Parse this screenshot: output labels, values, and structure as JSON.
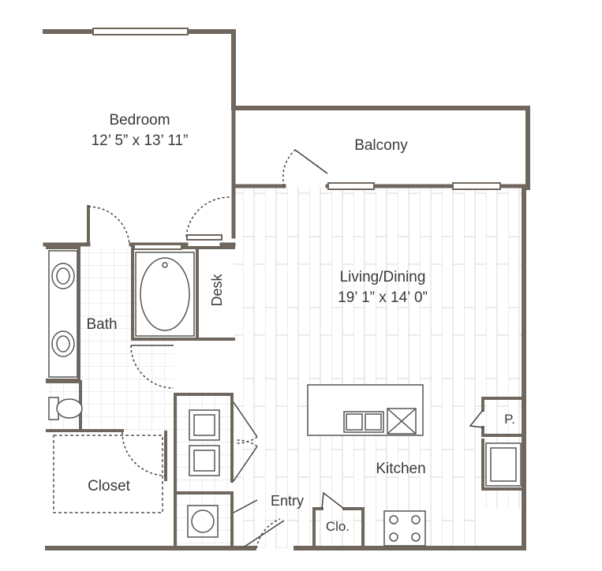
{
  "rooms": {
    "bedroom": {
      "name": "Bedroom",
      "size": "12’ 5” x 13’ 11”"
    },
    "balcony": {
      "name": "Balcony"
    },
    "living": {
      "name": "Living/Dining",
      "size": "19’ 1” x 14’ 0”"
    },
    "bath": {
      "name": "Bath"
    },
    "desk": {
      "name": "Desk"
    },
    "closet": {
      "name": "Closet"
    },
    "kitchen": {
      "name": "Kitchen"
    },
    "entry": {
      "name": "Entry"
    },
    "clo": {
      "name": "Clo."
    },
    "pantry": {
      "name": "P."
    }
  },
  "colors": {
    "wall": "#6f675e",
    "fixture": "#555555",
    "floor_line": "#d9d9d9",
    "tile_line": "#dcdcdc"
  },
  "icons": [
    "sink-icon",
    "bathtub-icon",
    "toilet-icon",
    "washer-icon",
    "dryer-icon",
    "water-heater-icon",
    "kitchen-sink-icon",
    "dishwasher-icon",
    "stove-icon",
    "refrigerator-icon",
    "door-swing-icon",
    "window-icon"
  ]
}
